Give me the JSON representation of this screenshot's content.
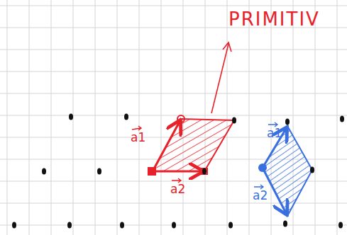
{
  "diagram": {
    "labels": [
      "PRIMITIV",
      "a1",
      "a2",
      "a1",
      "a2"
    ]
  }
}
